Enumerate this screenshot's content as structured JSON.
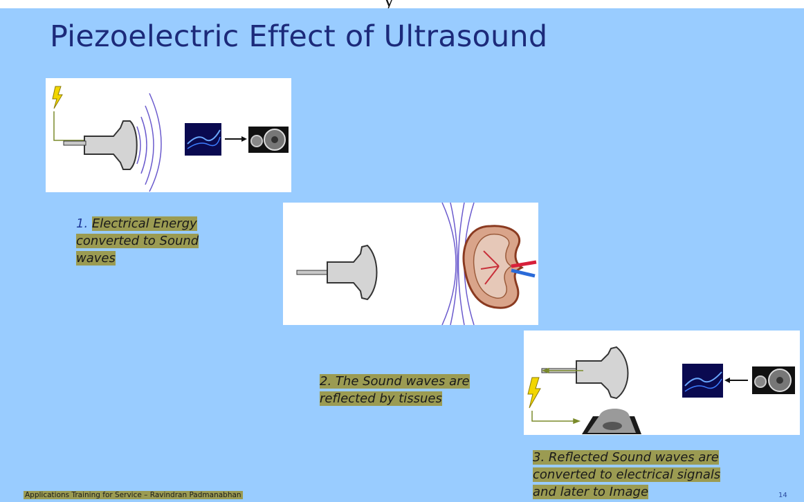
{
  "slide": {
    "title": "Piezoelectric Effect of Ultrasound",
    "top_partial_text": "y",
    "step1": {
      "number": "1.",
      "text": "Electrical Energy converted to Sound waves"
    },
    "step2": {
      "number": "2.",
      "text": "The Sound waves are reflected by tissues"
    },
    "step3": {
      "number": "3.",
      "text": "Reflected Sound waves are converted to electrical signals and later to Image"
    },
    "footer": "Applications Training for Service – Ravindran Padmanabhan",
    "page_number": "14"
  },
  "icons": [
    "lightning-bolt-icon",
    "transducer-probe-icon",
    "electric-signal-icon",
    "gear-icon",
    "kidney-icon",
    "ultrasound-image-icon"
  ],
  "colors": {
    "background": "#99ccff",
    "title": "#1c2a7a",
    "highlight": "#9b9b52",
    "wave": "#6a5acd",
    "lightning": "#f2d600",
    "wire": "#7a8a2a"
  }
}
